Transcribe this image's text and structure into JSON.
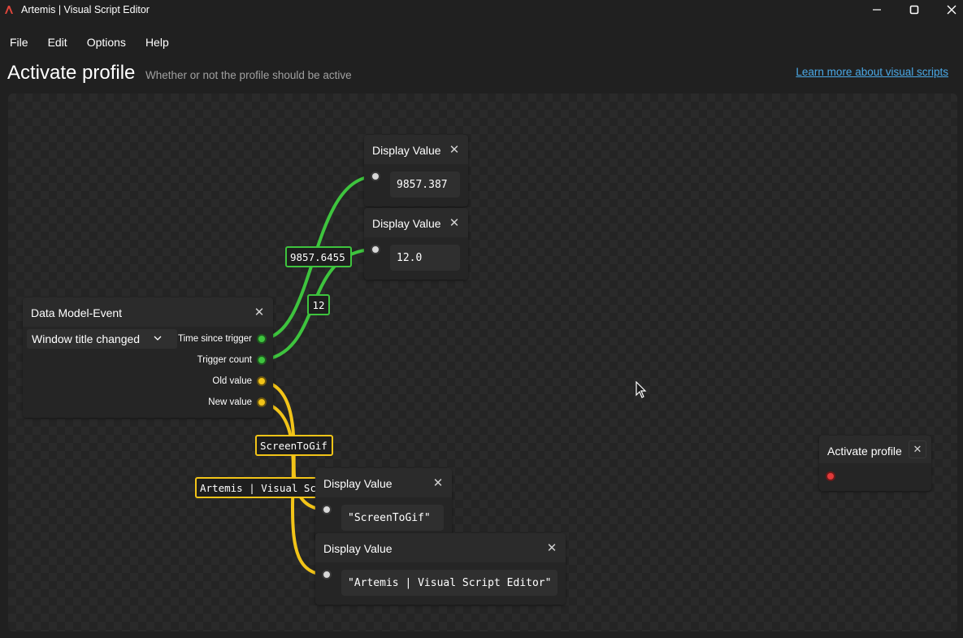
{
  "window": {
    "title": "Artemis | Visual Script Editor",
    "minimize_glyph": "─",
    "maximize_glyph": "▢",
    "close_glyph": "✕"
  },
  "menu": [
    "File",
    "Edit",
    "Options",
    "Help"
  ],
  "header": {
    "title": "Activate profile",
    "subtitle": "Whether or not the profile should be active",
    "learn_more": "Learn more about visual scripts"
  },
  "nodes": {
    "data_model_event": {
      "title": "Data Model-Event",
      "dropdown_value": "Window title changed",
      "outputs": [
        "Time since trigger",
        "Trigger count",
        "Old value",
        "New value"
      ]
    },
    "display_1": {
      "title": "Display Value",
      "value": "9857.387"
    },
    "display_2": {
      "title": "Display Value",
      "value": "12.0"
    },
    "display_3": {
      "title": "Display Value",
      "value": "\"ScreenToGif\""
    },
    "display_4": {
      "title": "Display Value",
      "value": "\"Artemis | Visual Script Editor\""
    },
    "activate_profile": {
      "title": "Activate profile"
    }
  },
  "wire_labels": {
    "time": "9857.6455",
    "count": "12",
    "old_value": "ScreenToGif",
    "new_value": "Artemis | Visual Script Editor"
  },
  "close_glyph": "✕",
  "colors": {
    "accent_link": "#4aa8e6",
    "numeric_wire": "#3ec43e",
    "string_wire": "#f2c418",
    "boolean_pin": "#e03a3a"
  }
}
